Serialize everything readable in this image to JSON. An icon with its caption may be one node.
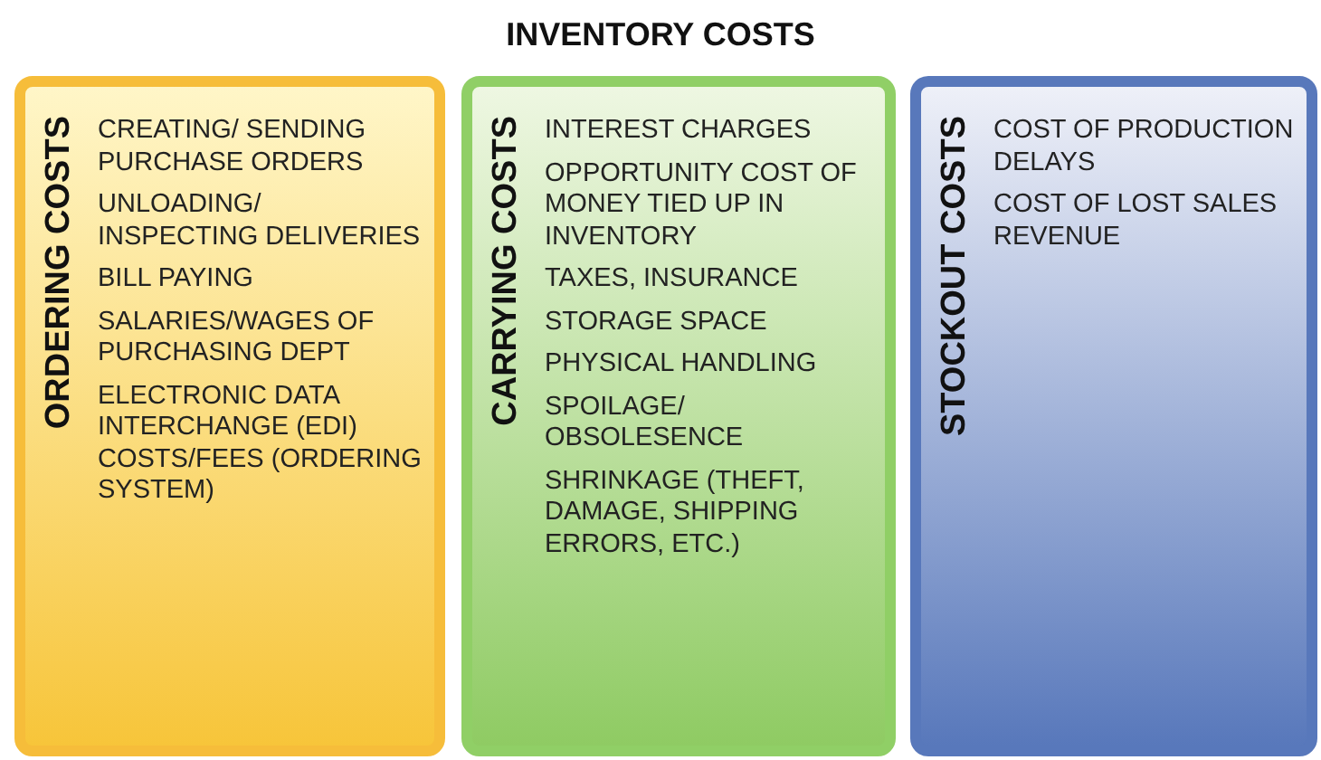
{
  "diagram": {
    "title": "INVENTORY COSTS",
    "nodes": [
      {
        "text": [
          "ORDERING COSTS",
          "CREATING/ SENDING PURCHASE ORDERS",
          "UNLOADING/ INSPECTING DELIVERIES",
          "BILL PAYING",
          "SALARIES/WAGES OF PURCHASING DEPT",
          "ELECTRONIC DATA INTERCHANGE (EDI) COSTS/FEES (ORDERING SYSTEM)"
        ]
      },
      {
        "text": [
          "CARRYING COSTS",
          "INTEREST CHARGES",
          "OPPORTUNITY COST OF MONEY TIED UP IN INVENTORY",
          "TAXES, INSURANCE",
          "STORAGE SPACE",
          "PHYSICAL HANDLING",
          "SPOILAGE/ OBSOLESENCE",
          "SHRINKAGE (THEFT, DAMAGE, SHIPPING ERRORS, ETC.)"
        ]
      },
      {
        "text": [
          "STOCKOUT COSTS",
          "COST OF PRODUCTION DELAYS",
          "COST OF LOST SALES REVENUE"
        ]
      }
    ]
  }
}
